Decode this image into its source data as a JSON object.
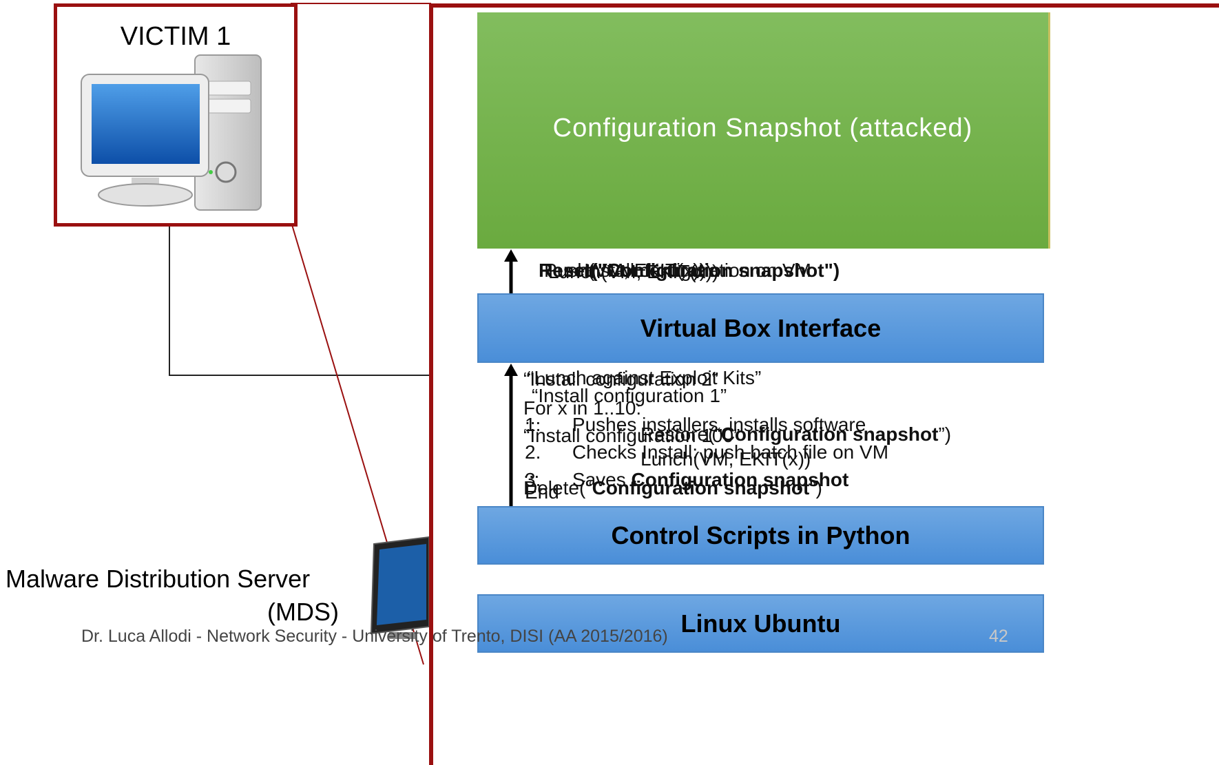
{
  "victim": {
    "title": "VICTIM 1"
  },
  "stack": {
    "snapshot_label": "Configuration Snapshot (attacked)",
    "vbox_label": "Virtual Box Interface",
    "control_label": "Control Scripts in Python",
    "linux_label": "Linux Ubuntu"
  },
  "upper_arrow_text": [
    "Reset(\"Configuration snapshot\")",
    "Push(VM, EKIT(x))",
    "Lunch(VM, EKIT(x))",
    "Install configuration on VM"
  ],
  "lower_arrow_text": {
    "lines": [
      "“Install configuration 1”",
      "“Install configuration 2”",
      "“Lunch against Exploit Kits”",
      "For x in 1..10:",
      "...",
      "“Install configuration 100”"
    ],
    "steps": [
      {
        "num": "1.",
        "text": "Pushes installers, installs software"
      },
      {
        "num": "2.",
        "text": "Checks Install; push batch file on VM"
      },
      {
        "num": "3.",
        "text": "Saves ",
        "bold": "Configuration snapshot"
      }
    ],
    "restore_prefix": "Restore(“",
    "restore_bold": "Configuration snapshot",
    "restore_suffix": "”)",
    "lunch_call": "Lunch(VM, EKIT(x))",
    "ellipsis": "...",
    "delete_prefix": "Delete(“",
    "delete_bold": "Configuration snapshot",
    "delete_suffix": "”)",
    "end": "End"
  },
  "mds": {
    "line1": "Malware Distribution Server",
    "line2": "(MDS)"
  },
  "footer": {
    "text": "Dr. Luca Allodi - Network Security - University of Trento, DISI (AA 2015/2016)",
    "page": "42"
  },
  "colors": {
    "frame": "#9a1010",
    "green_top": "#82bd5e",
    "green_bottom": "#6aaa3f",
    "blue_top": "#6ea7e2",
    "blue_bottom": "#4a8ed8"
  }
}
